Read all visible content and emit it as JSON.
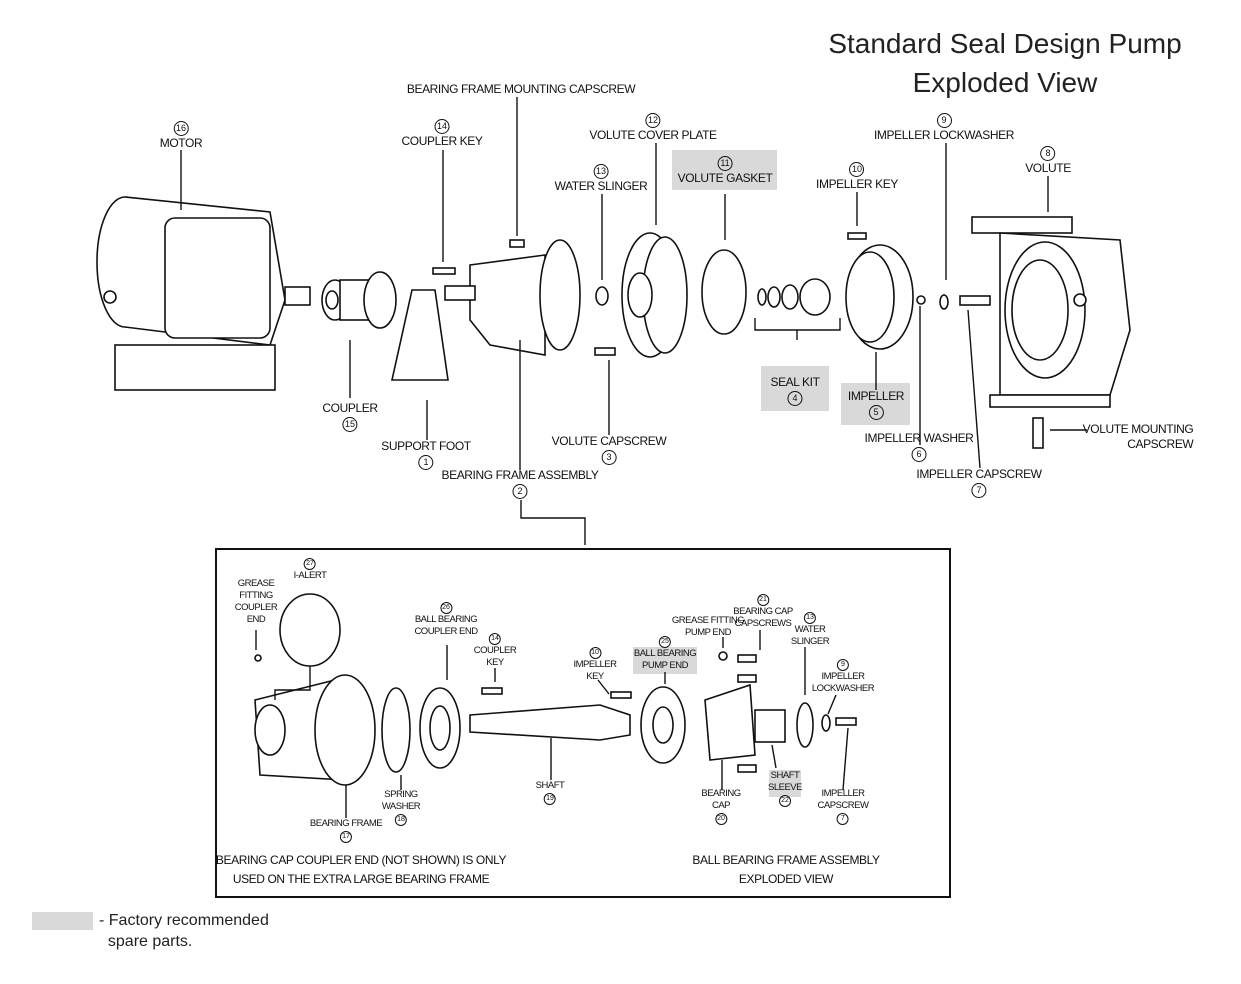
{
  "title": {
    "line1": "Standard Seal Design Pump",
    "line2": "Exploded View"
  },
  "main_labels": {
    "motor": {
      "num": "16",
      "text": "MOTOR"
    },
    "coupler_key": {
      "num": "14",
      "text": "COUPLER KEY"
    },
    "bearing_frame_mounting_capscrew": {
      "text": "BEARING FRAME MOUNTING CAPSCREW"
    },
    "volute_cover_plate": {
      "num": "12",
      "text": "VOLUTE COVER PLATE"
    },
    "water_slinger": {
      "num": "13",
      "text": "WATER SLINGER"
    },
    "volute_gasket": {
      "num": "11",
      "text": "VOLUTE GASKET"
    },
    "impeller_key": {
      "num": "10",
      "text": "IMPELLER KEY"
    },
    "impeller_lockwasher": {
      "num": "9",
      "text": "IMPELLER LOCKWASHER"
    },
    "volute": {
      "num": "8",
      "text": "VOLUTE"
    },
    "coupler": {
      "num": "15",
      "text": "COUPLER"
    },
    "support_foot": {
      "num": "1",
      "text": "SUPPORT FOOT"
    },
    "bearing_frame_assembly": {
      "num": "2",
      "text": "BEARING FRAME ASSEMBLY"
    },
    "volute_capscrew": {
      "num": "3",
      "text": "VOLUTE CAPSCREW"
    },
    "seal_kit": {
      "num": "4",
      "text": "SEAL KIT"
    },
    "impeller": {
      "num": "5",
      "text": "IMPELLER"
    },
    "impeller_washer": {
      "num": "6",
      "text": "IMPELLER WASHER"
    },
    "impeller_capscrew": {
      "num": "7",
      "text": "IMPELLER CAPSCREW"
    },
    "volute_mounting_capscrew": {
      "text": "VOLUTE MOUNTING\nCAPSCREW"
    }
  },
  "inset_labels": {
    "i_alert": {
      "num": "27",
      "text": "I-ALERT"
    },
    "grease_fitting_coupler_end": {
      "text": "GREASE\nFITTING\nCOUPLER\nEND"
    },
    "ball_bearing_coupler_end": {
      "num": "26",
      "text": "BALL BEARING\nCOUPLER END"
    },
    "coupler_key": {
      "num": "14",
      "text": "COUPLER\nKEY"
    },
    "impeller_key": {
      "num": "10",
      "text": "IMPELLER\nKEY"
    },
    "ball_bearing_pump_end": {
      "num": "25",
      "text": "BALL BEARING\nPUMP END"
    },
    "grease_fitting_pump_end": {
      "text": "GREASE FITTING\nPUMP END"
    },
    "bearing_cap_capscrews": {
      "num": "21",
      "text": "BEARING CAP\nCAPSCREWS"
    },
    "water_slinger": {
      "num": "13",
      "text": "WATER\nSLINGER"
    },
    "impeller_lockwasher": {
      "num": "9",
      "text": "IMPELLER\nLOCKWASHER"
    },
    "spring_washer": {
      "num": "18",
      "text": "SPRING\nWASHER"
    },
    "bearing_frame": {
      "num": "17",
      "text": "BEARING FRAME"
    },
    "shaft": {
      "num": "19",
      "text": "SHAFT"
    },
    "bearing_cap": {
      "num": "20",
      "text": "BEARING\nCAP"
    },
    "shaft_sleeve": {
      "num": "22",
      "text": "SHAFT\nSLEEVE"
    },
    "impeller_capscrew": {
      "num": "7",
      "text": "IMPELLER\nCAPSCREW"
    }
  },
  "inset_notes": {
    "left": "BEARING CAP COUPLER END (NOT SHOWN) IS ONLY\nUSED ON THE EXTRA LARGE BEARING FRAME",
    "right": "BALL BEARING FRAME ASSEMBLY\nEXPLODED VIEW"
  },
  "legend": {
    "text": "- Factory recommended\n  spare parts.",
    "highlight_color": "#d9d9d9"
  }
}
